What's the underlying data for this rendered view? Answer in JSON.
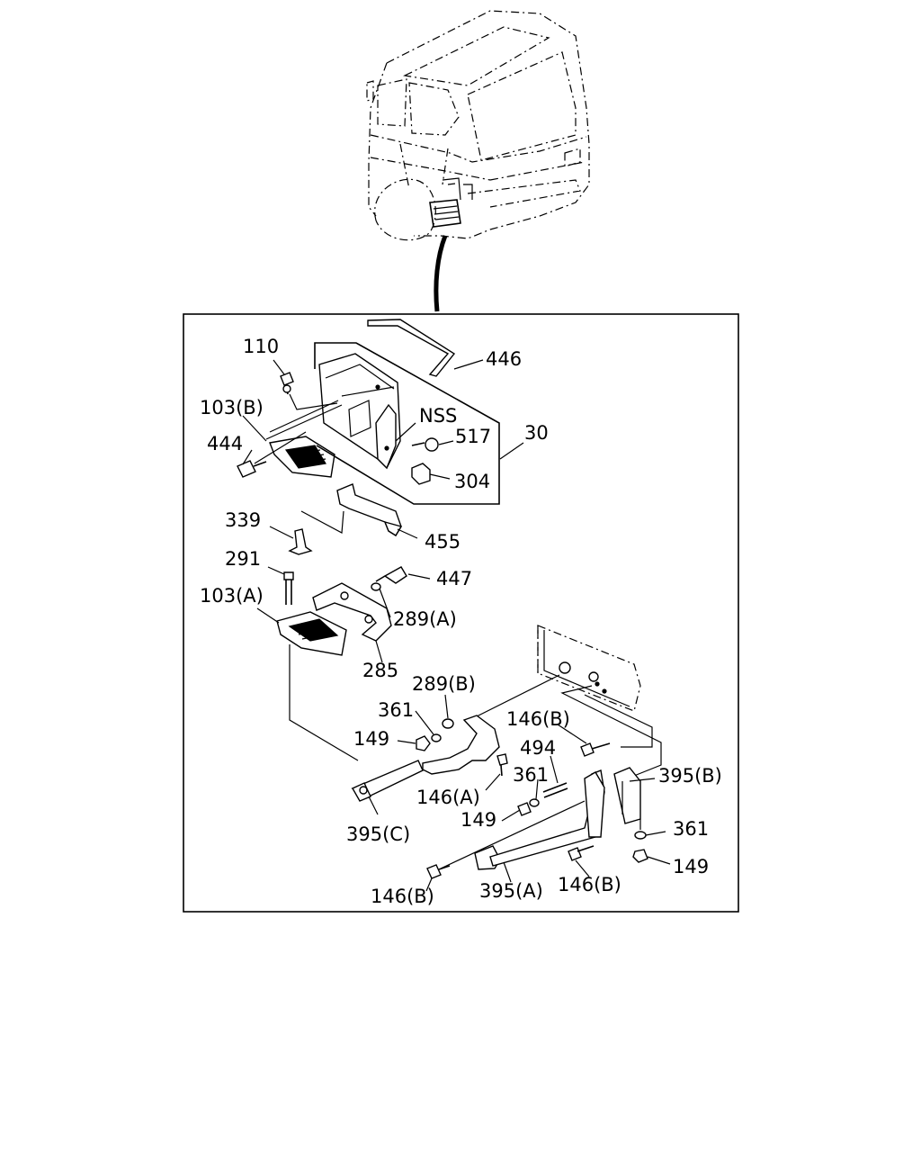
{
  "diagram": {
    "callouts": [
      {
        "id": "c446",
        "text": "446"
      },
      {
        "id": "c110",
        "text": "110"
      },
      {
        "id": "c103b",
        "text": "103(B)"
      },
      {
        "id": "cnss",
        "text": "NSS"
      },
      {
        "id": "c517",
        "text": "517"
      },
      {
        "id": "c30",
        "text": "30"
      },
      {
        "id": "c444",
        "text": "444"
      },
      {
        "id": "c304",
        "text": "304"
      },
      {
        "id": "c339",
        "text": "339"
      },
      {
        "id": "c455",
        "text": "455"
      },
      {
        "id": "c291",
        "text": "291"
      },
      {
        "id": "c447",
        "text": "447"
      },
      {
        "id": "c103a",
        "text": "103(A)"
      },
      {
        "id": "c289a",
        "text": "289(A)"
      },
      {
        "id": "c285",
        "text": "285"
      },
      {
        "id": "c289b",
        "text": "289(B)"
      },
      {
        "id": "c361a",
        "text": "361"
      },
      {
        "id": "c146b1",
        "text": "146(B)"
      },
      {
        "id": "c149a",
        "text": "149"
      },
      {
        "id": "c494",
        "text": "494"
      },
      {
        "id": "c361b",
        "text": "361"
      },
      {
        "id": "c395b",
        "text": "395(B)"
      },
      {
        "id": "c146a",
        "text": "146(A)"
      },
      {
        "id": "c149b",
        "text": "149"
      },
      {
        "id": "c361c",
        "text": "361"
      },
      {
        "id": "c395c",
        "text": "395(C)"
      },
      {
        "id": "c149c",
        "text": "149"
      },
      {
        "id": "c146b2",
        "text": "146(B)"
      },
      {
        "id": "c395a",
        "text": "395(A)"
      },
      {
        "id": "c146b3",
        "text": "146(B)"
      }
    ]
  }
}
